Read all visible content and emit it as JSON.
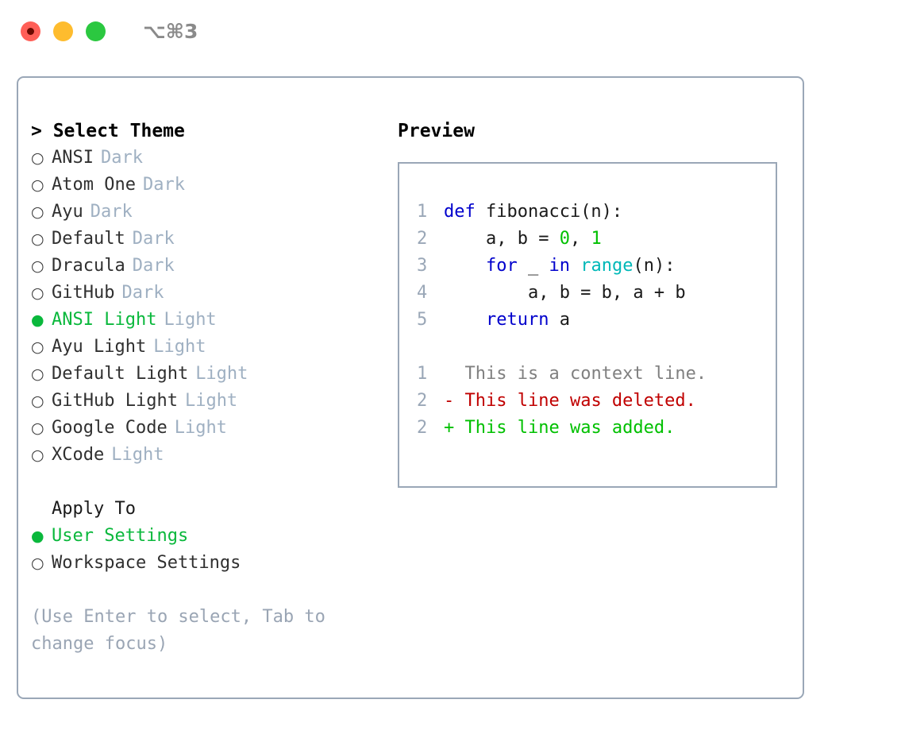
{
  "titlebar": {
    "shortcut": "⌥⌘3",
    "buttons": [
      {
        "name": "close",
        "color": "#ff5f57"
      },
      {
        "name": "minimize",
        "color": "#febc2e"
      },
      {
        "name": "maximize",
        "color": "#2bc840"
      }
    ]
  },
  "colors": {
    "accent_green": "#0ab83c",
    "muted": "#9fb0c2",
    "border": "#9aa7b7",
    "keyword_blue": "#0000cc",
    "builtin_cyan": "#00b8b8",
    "number_green": "#00c000",
    "diff_delete_red": "#c00000",
    "diff_add_green": "#00c000"
  },
  "theme_picker": {
    "heading": "> Select Theme",
    "options": [
      {
        "marker": "○",
        "name": "ANSI",
        "tag": "Dark",
        "selected": false
      },
      {
        "marker": "○",
        "name": "Atom One",
        "tag": "Dark",
        "selected": false
      },
      {
        "marker": "○",
        "name": "Ayu",
        "tag": "Dark",
        "selected": false
      },
      {
        "marker": "○",
        "name": "Default",
        "tag": "Dark",
        "selected": false
      },
      {
        "marker": "○",
        "name": "Dracula",
        "tag": "Dark",
        "selected": false
      },
      {
        "marker": "○",
        "name": "GitHub",
        "tag": "Dark",
        "selected": false
      },
      {
        "marker": "●",
        "name": "ANSI Light",
        "tag": "Light",
        "selected": true
      },
      {
        "marker": "○",
        "name": "Ayu Light",
        "tag": "Light",
        "selected": false
      },
      {
        "marker": "○",
        "name": "Default Light",
        "tag": "Light",
        "selected": false
      },
      {
        "marker": "○",
        "name": "GitHub Light",
        "tag": "Light",
        "selected": false
      },
      {
        "marker": "○",
        "name": "Google Code",
        "tag": "Light",
        "selected": false
      },
      {
        "marker": "○",
        "name": "XCode",
        "tag": "Light",
        "selected": false
      }
    ]
  },
  "apply_to": {
    "heading": "Apply To",
    "options": [
      {
        "marker": "●",
        "name": "User Settings",
        "selected": true
      },
      {
        "marker": "○",
        "name": "Workspace Settings",
        "selected": false
      }
    ]
  },
  "hint": "(Use Enter to select, Tab to change focus)",
  "preview": {
    "heading": "Preview",
    "code_lines": [
      {
        "number": "1",
        "tokens": [
          {
            "text": "def ",
            "type": "kw"
          },
          {
            "text": "fibonacci(n):",
            "type": "plain"
          }
        ]
      },
      {
        "number": "2",
        "tokens": [
          {
            "text": "    a, b = ",
            "type": "plain"
          },
          {
            "text": "0",
            "type": "num"
          },
          {
            "text": ", ",
            "type": "plain"
          },
          {
            "text": "1",
            "type": "num"
          }
        ]
      },
      {
        "number": "3",
        "tokens": [
          {
            "text": "    ",
            "type": "plain"
          },
          {
            "text": "for",
            "type": "kw"
          },
          {
            "text": " _ ",
            "type": "plain"
          },
          {
            "text": "in",
            "type": "kw"
          },
          {
            "text": " ",
            "type": "plain"
          },
          {
            "text": "range",
            "type": "fn"
          },
          {
            "text": "(n):",
            "type": "plain"
          }
        ]
      },
      {
        "number": "4",
        "tokens": [
          {
            "text": "        a, b = b, a + b",
            "type": "plain"
          }
        ]
      },
      {
        "number": "5",
        "tokens": [
          {
            "text": "    ",
            "type": "plain"
          },
          {
            "text": "return",
            "type": "kw"
          },
          {
            "text": " a",
            "type": "plain"
          }
        ]
      }
    ],
    "diff_lines": [
      {
        "number": "1",
        "sign": "  ",
        "text": "This is a context line.",
        "kind": "ctx"
      },
      {
        "number": "2",
        "sign": "- ",
        "text": "This line was deleted.",
        "kind": "del"
      },
      {
        "number": "2",
        "sign": "+ ",
        "text": "This line was added.",
        "kind": "add"
      }
    ]
  }
}
